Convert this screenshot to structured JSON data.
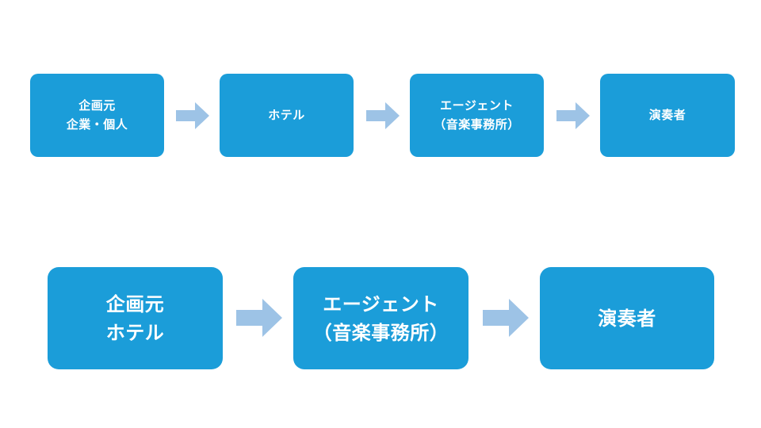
{
  "diagram": {
    "colors": {
      "box_fill": "#1b9dd9",
      "box_text": "#ffffff",
      "arrow_fill": "#9dc3e6",
      "background": "#ffffff"
    },
    "rows": [
      {
        "id": "top-row",
        "boxes": [
          {
            "id": "box-top-1",
            "line1": "企画元",
            "line2": "企業・個人"
          },
          {
            "id": "box-top-2",
            "line1": "ホテル",
            "line2": ""
          },
          {
            "id": "box-top-3",
            "line1": "エージェント",
            "line2": "（音楽事務所）"
          },
          {
            "id": "box-top-4",
            "line1": "演奏者",
            "line2": ""
          }
        ],
        "arrows": [
          {
            "id": "arrow-top-1",
            "name": "right-arrow-icon"
          },
          {
            "id": "arrow-top-2",
            "name": "right-arrow-icon"
          },
          {
            "id": "arrow-top-3",
            "name": "right-arrow-icon"
          }
        ]
      },
      {
        "id": "bottom-row",
        "boxes": [
          {
            "id": "box-bot-1",
            "line1": "企画元",
            "line2": "ホテル"
          },
          {
            "id": "box-bot-2",
            "line1": "エージェント",
            "line2": "（音楽事務所）"
          },
          {
            "id": "box-bot-3",
            "line1": "演奏者",
            "line2": ""
          }
        ],
        "arrows": [
          {
            "id": "arrow-bot-1",
            "name": "right-arrow-icon"
          },
          {
            "id": "arrow-bot-2",
            "name": "right-arrow-icon"
          }
        ]
      }
    ]
  }
}
